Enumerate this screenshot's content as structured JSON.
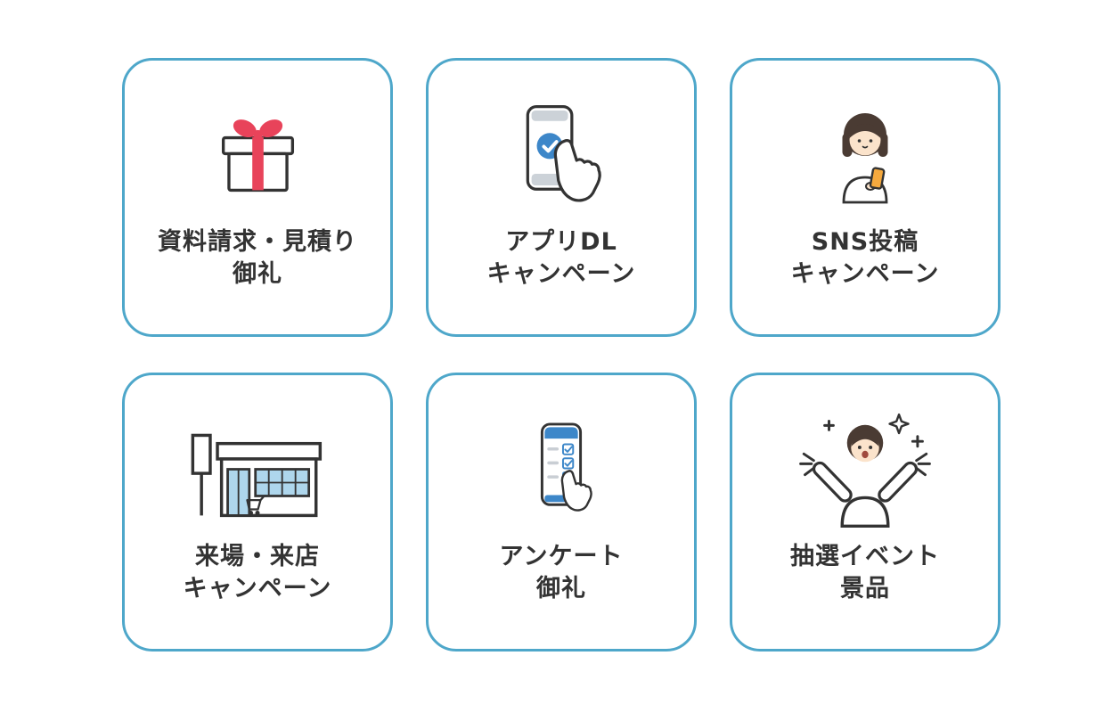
{
  "cards": [
    {
      "icon": "gift-icon",
      "lines": [
        "資料請求・見積り",
        "御礼"
      ]
    },
    {
      "icon": "app-download-icon",
      "lines": [
        "アプリDL",
        "キャンペーン"
      ]
    },
    {
      "icon": "sns-post-icon",
      "lines": [
        "SNS投稿",
        "キャンペーン"
      ]
    },
    {
      "icon": "store-visit-icon",
      "lines": [
        "来場・来店",
        "キャンペーン"
      ]
    },
    {
      "icon": "survey-icon",
      "lines": [
        "アンケート",
        "御礼"
      ]
    },
    {
      "icon": "celebration-icon",
      "lines": [
        "抽選イベント",
        "景品"
      ]
    }
  ],
  "colors": {
    "card_border": "#4ea7ca",
    "text": "#333333",
    "ribbon_red": "#e8435a",
    "check_blue": "#3d87c9",
    "window_blue": "#aed6ec",
    "phone_orange": "#f5a93e",
    "hair_brown": "#4a3b33",
    "skin": "#fbe3cb",
    "gray": "#ccd2d8"
  }
}
